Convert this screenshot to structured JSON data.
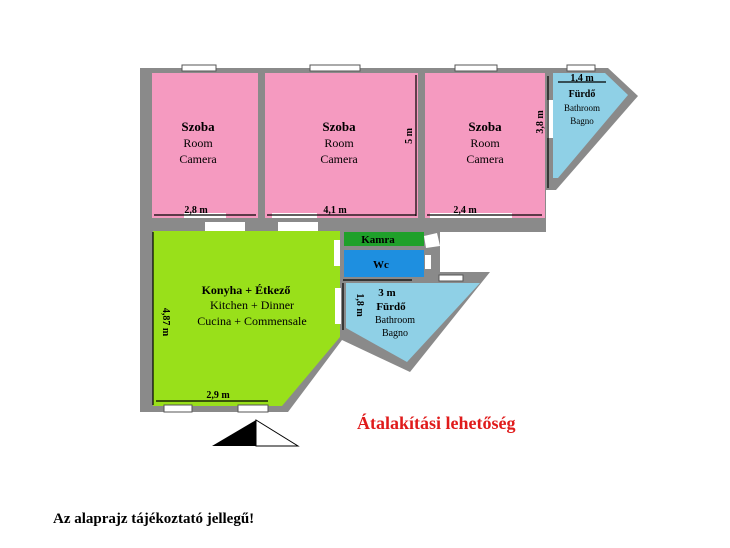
{
  "rooms": {
    "room1": {
      "name": "Szoba",
      "en": "Room",
      "it": "Camera",
      "width": "2,8 m"
    },
    "room2": {
      "name": "Szoba",
      "en": "Room",
      "it": "Camera",
      "width": "4,1 m",
      "depth": "5 m"
    },
    "room3": {
      "name": "Szoba",
      "en": "Room",
      "it": "Camera",
      "width": "2,4 m",
      "depth": "3,8 m"
    },
    "bath_top": {
      "name": "Fürdő",
      "en": "Bathroom",
      "it": "Bagno",
      "width": "1,4 m"
    },
    "pantry": {
      "name": "Kamra"
    },
    "wc": {
      "name": "Wc"
    },
    "bath_small": {
      "name": "Fürdő",
      "en": "Bathroom",
      "it": "Bagno",
      "width": "3 m",
      "depth": "1,8 m"
    },
    "kitchen": {
      "name": "Konyha + Étkező",
      "en": "Kitchen + Dinner",
      "it": "Cucina + Commensale",
      "width": "2,9 m",
      "depth": "4,87 m"
    }
  },
  "notes": {
    "renovation": "Átalakítási lehetőség",
    "disclaimer": "Az alaprajz tájékoztató jellegű!"
  },
  "colors": {
    "wall": "#8a8a8a",
    "room": "#f59ac0",
    "bath": "#8fd0e6",
    "kitchen": "#99e01a",
    "pantry": "#1fa02a",
    "wc": "#1e8fe0",
    "note": "#e01b1b"
  }
}
